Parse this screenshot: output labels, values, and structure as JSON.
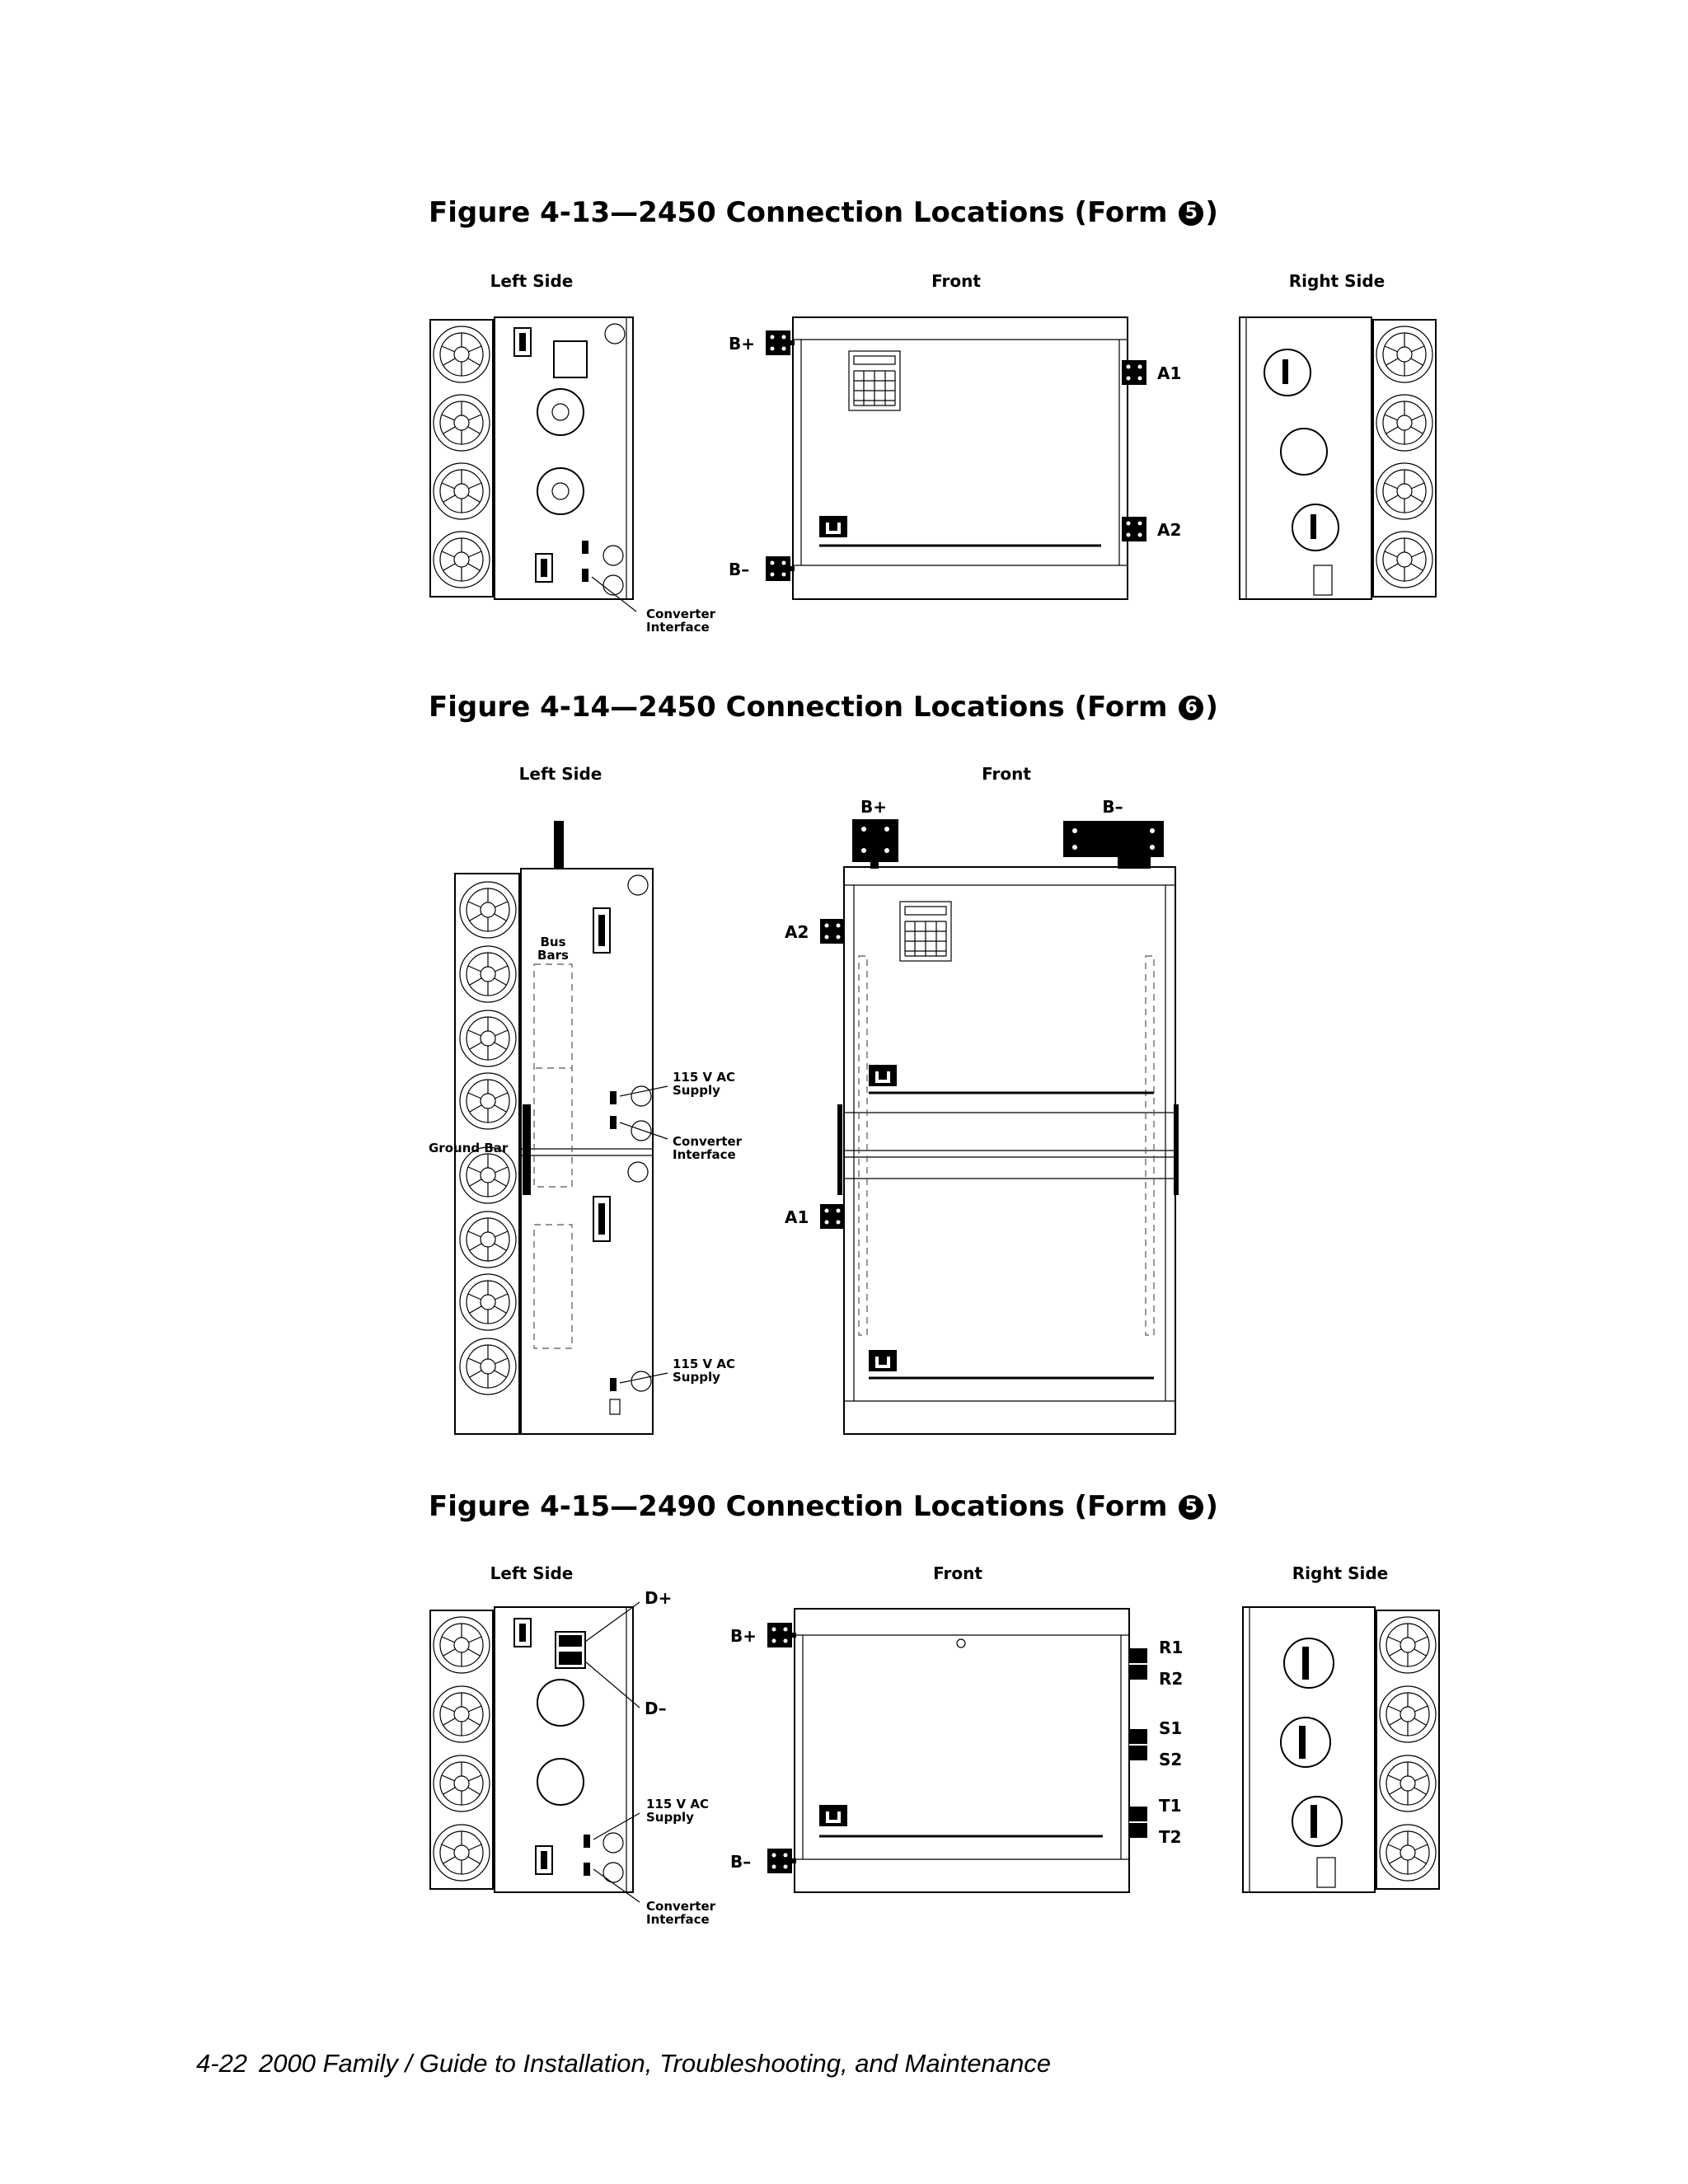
{
  "figures": [
    {
      "title_text": "Figure 4-13—2450 Connection Locations (Form ",
      "form_number": "5",
      "title_close": ")",
      "views": {
        "left": "Left Side",
        "front": "Front",
        "right": "Right Side"
      },
      "terminals": {
        "b_plus": "B+",
        "b_minus": "B–",
        "a1": "A1",
        "a2": "A2"
      },
      "callouts": {
        "converter_l1": "Converter",
        "converter_l2": "Interface"
      }
    },
    {
      "title_text": "Figure 4-14—2450 Connection Locations (Form ",
      "form_number": "6",
      "title_close": ")",
      "views": {
        "left": "Left Side",
        "front": "Front"
      },
      "terminals": {
        "b_plus": "B+",
        "b_minus": "B–",
        "a1": "A1",
        "a2": "A2"
      },
      "callouts": {
        "bus_l1": "Bus",
        "bus_l2": "Bars",
        "supply1_l1": "115 V AC",
        "supply1_l2": "Supply",
        "converter_l1": "Converter",
        "converter_l2": "Interface",
        "ground_bar": "Ground Bar",
        "supply2_l1": "115 V AC",
        "supply2_l2": "Supply"
      }
    },
    {
      "title_text": "Figure 4-15—2490 Connection Locations (Form ",
      "form_number": "5",
      "title_close": ")",
      "views": {
        "left": "Left Side",
        "front": "Front",
        "right": "Right Side"
      },
      "terminals": {
        "b_plus": "B+",
        "b_minus": "B–",
        "d_plus": "D+",
        "d_minus": "D–",
        "r1": "R1",
        "r2": "R2",
        "s1": "S1",
        "s2": "S2",
        "t1": "T1",
        "t2": "T2"
      },
      "callouts": {
        "supply_l1": "115 V AC",
        "supply_l2": "Supply",
        "converter_l1": "Converter",
        "converter_l2": "Interface"
      }
    }
  ],
  "footer": {
    "page_number": "4-22",
    "title": "2000 Family / Guide to Installation, Troubleshooting, and Maintenance"
  }
}
